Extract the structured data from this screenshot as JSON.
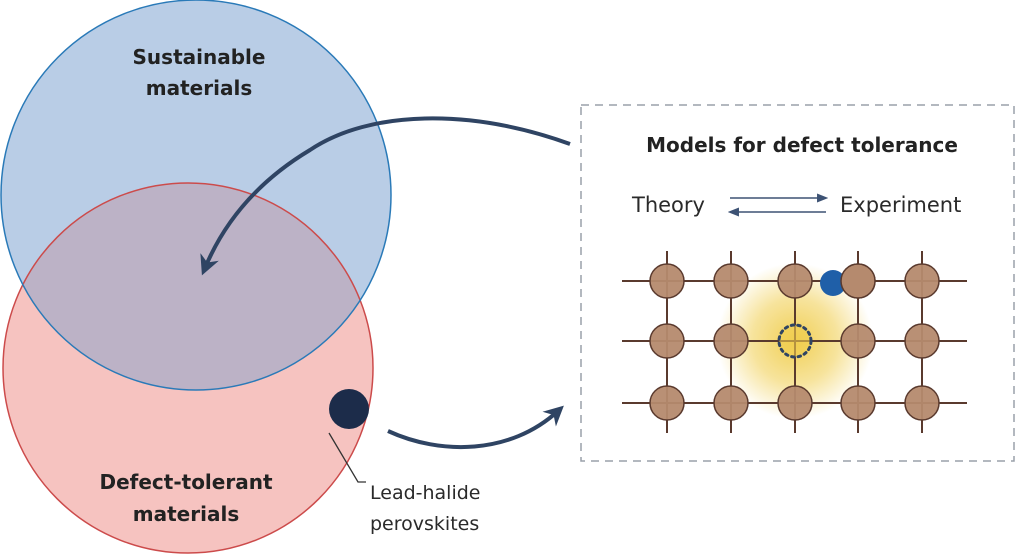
{
  "venn": {
    "sustainable": {
      "label_line1": "Sustainable",
      "label_line2": "materials",
      "fill": "#b9cde6",
      "stroke": "#2a7ab8"
    },
    "defect_tolerant": {
      "label_line1": "Defect-tolerant",
      "label_line2": "materials",
      "fill": "#f6c3c0",
      "stroke": "#cc4b4b"
    },
    "overlap_fill": "#bcb2c6",
    "perovskite_marker": {
      "label_line1": "Lead-halide",
      "label_line2": "perovskites",
      "color": "#1c2c4a"
    }
  },
  "models_box": {
    "title": "Models for defect tolerance",
    "left_term": "Theory",
    "right_term": "Experiment",
    "border_color": "#9aa0aa"
  },
  "lattice": {
    "rows": 3,
    "cols": 5,
    "atom_color": "#b58a6e",
    "atom_stroke": "#5a3a2e",
    "bond_color": "#5a3a2e",
    "vacancy": {
      "row": 1,
      "col": 2
    },
    "glow_color": "#f0cd4c",
    "interstitial_color": "#1f5fa8"
  },
  "arrow_color": "#2f4463"
}
